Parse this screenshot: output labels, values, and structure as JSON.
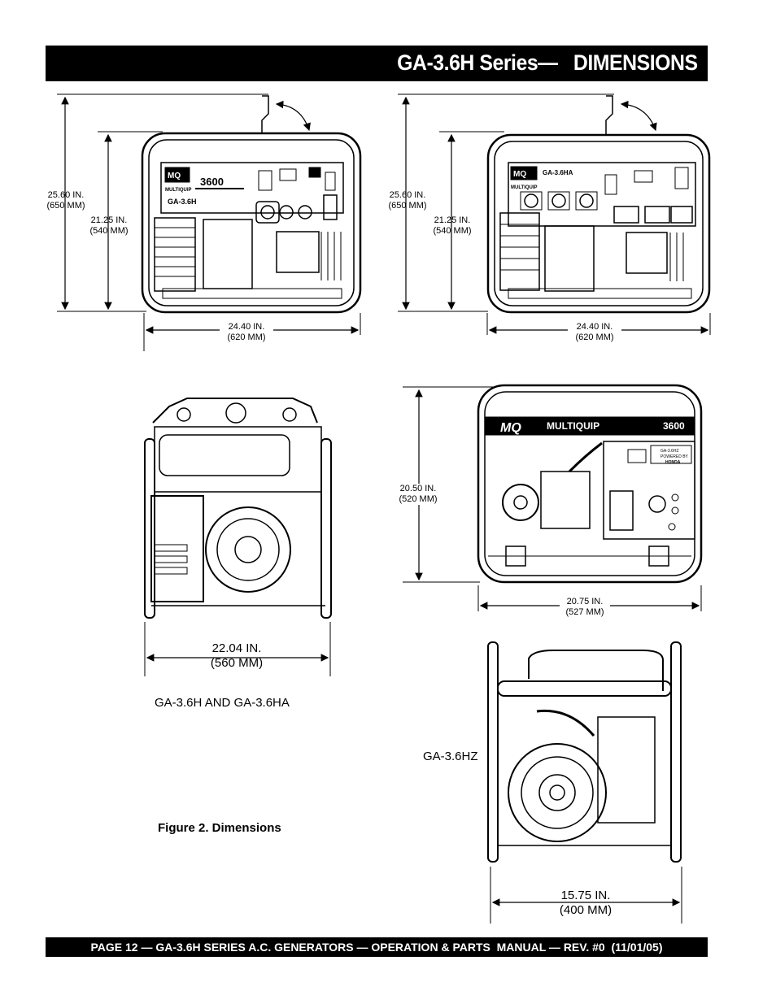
{
  "header": {
    "title": "GA-3.6H Series—   DIMENSIONS"
  },
  "footer": {
    "text": "PAGE 12 — GA-3.6H SERIES A.C. GENERATORS — OPERATION & PARTS  MANUAL — REV. #0  (11/01/05)"
  },
  "figure_a": {
    "height_total": "25.60 IN.\n(650 MM)",
    "height_frame": "21.25 IN.\n(540 MM)",
    "width": "24.40 IN.\n(620 MM)",
    "panel_number": "3600",
    "panel_model": "GA-3.6H",
    "logo_text": "MULTIQUIP"
  },
  "figure_b": {
    "height_total": "25.60 IN.\n(650 MM)",
    "height_frame": "21.25 IN.\n(540 MM)",
    "width": "24.40 IN.\n(620 MM)",
    "panel_model": "GA-3.6HA",
    "logo_text": "MULTIQUIP"
  },
  "figure_c": {
    "width": "22.04 IN.\n(560 MM)",
    "caption_models": "GA-3.6H AND GA-3.6HA"
  },
  "figure_d": {
    "height": "20.50 IN.\n(520 MM)",
    "width": "20.75 IN.\n(527 MM)",
    "brand": "MULTIQUIP",
    "number": "3600",
    "panel_model": "GA-3.6HZ",
    "powered_by": "POWERED BY",
    "honda": "HONDA"
  },
  "figure_e": {
    "width": "15.75 IN.\n(400 MM)",
    "caption_model": "GA-3.6HZ"
  },
  "figure_caption": "Figure 2.  Dimensions"
}
